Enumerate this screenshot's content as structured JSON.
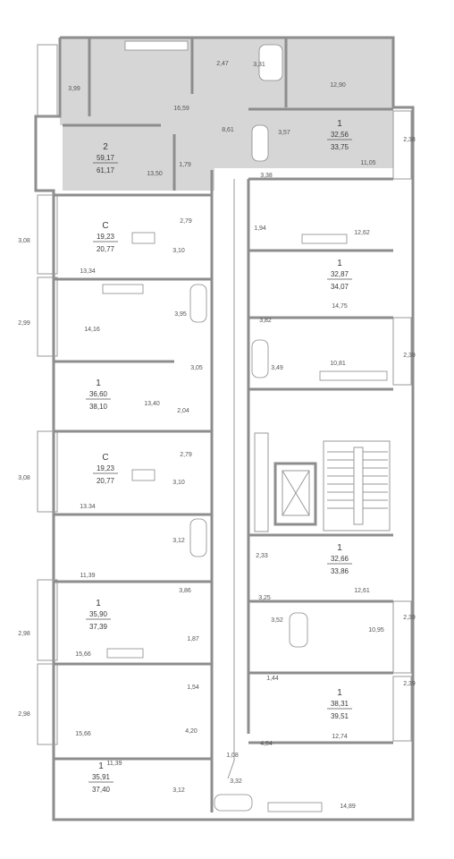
{
  "colors": {
    "highlight": "#d6d6d6",
    "wall": "#8d8d8d",
    "text": "#3a3a3a"
  },
  "units": [
    {
      "id": "u-2",
      "type": "2",
      "area_living": "59,17",
      "area_total": "61,17",
      "highlighted": true
    },
    {
      "id": "u-1-a",
      "type": "1",
      "area_living": "32,56",
      "area_total": "33,75",
      "highlighted": false
    },
    {
      "id": "u-c-a",
      "type": "С",
      "area_living": "19,23",
      "area_total": "20,77",
      "highlighted": false
    },
    {
      "id": "u-1-b",
      "type": "1",
      "area_living": "32,87",
      "area_total": "34,07",
      "highlighted": false
    },
    {
      "id": "u-1-c",
      "type": "1",
      "area_living": "36,60",
      "area_total": "38,10",
      "highlighted": false
    },
    {
      "id": "u-c-b",
      "type": "С",
      "area_living": "19,23",
      "area_total": "20,77",
      "highlighted": false
    },
    {
      "id": "u-1-d",
      "type": "1",
      "area_living": "32,66",
      "area_total": "33,86",
      "highlighted": false
    },
    {
      "id": "u-1-e",
      "type": "1",
      "area_living": "35,90",
      "area_total": "37,39",
      "highlighted": false
    },
    {
      "id": "u-1-f",
      "type": "1",
      "area_living": "38,31",
      "area_total": "39,51",
      "highlighted": false
    },
    {
      "id": "u-1-g",
      "type": "1",
      "area_living": "35,91",
      "area_total": "37,40",
      "highlighted": false
    }
  ],
  "rooms": [
    "2,47",
    "3,31",
    "12,90",
    "3,99",
    "16,59",
    "8,61",
    "13,50",
    "1,79",
    "3,57",
    "3,38",
    "11,05",
    "2,38",
    "2,79",
    "3,10",
    "3,08",
    "13,34",
    "1,94",
    "12,62",
    "3,95",
    "2,99",
    "14,16",
    "14,75",
    "3,82",
    "3,49",
    "10,81",
    "2,39",
    "3,05",
    "13,40",
    "2,04",
    "2,79",
    "3,10",
    "3,08",
    "13.34",
    "3,12",
    "2,33",
    "12,61",
    "11,39",
    "3,86",
    "3,25",
    "3,52",
    "2,39",
    "10,95",
    "2,98",
    "1,87",
    "15,66",
    "1,54",
    "1,44",
    "2,39",
    "2,98",
    "15,66",
    "4,20",
    "4,84",
    "12,74",
    "11,39",
    "1,08",
    "3,32",
    "3,12",
    "14,89"
  ]
}
